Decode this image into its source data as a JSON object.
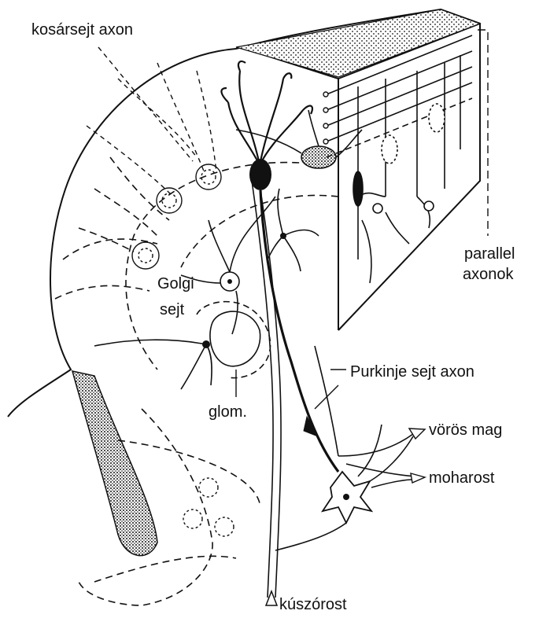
{
  "labels": {
    "basket_axon": "kosársejt axon",
    "parallel_1": "parallel",
    "parallel_2": "axonok",
    "golgi_1": "Golgi",
    "golgi_2": "sejt",
    "purkinje_axon": "Purkinje sejt axon",
    "glom": "glom.",
    "red_nucleus": "vörös mag",
    "mossy_fiber": "moharost",
    "climbing_fiber": "kúszórost"
  },
  "colors": {
    "ink": "#111111",
    "background": "#ffffff"
  }
}
